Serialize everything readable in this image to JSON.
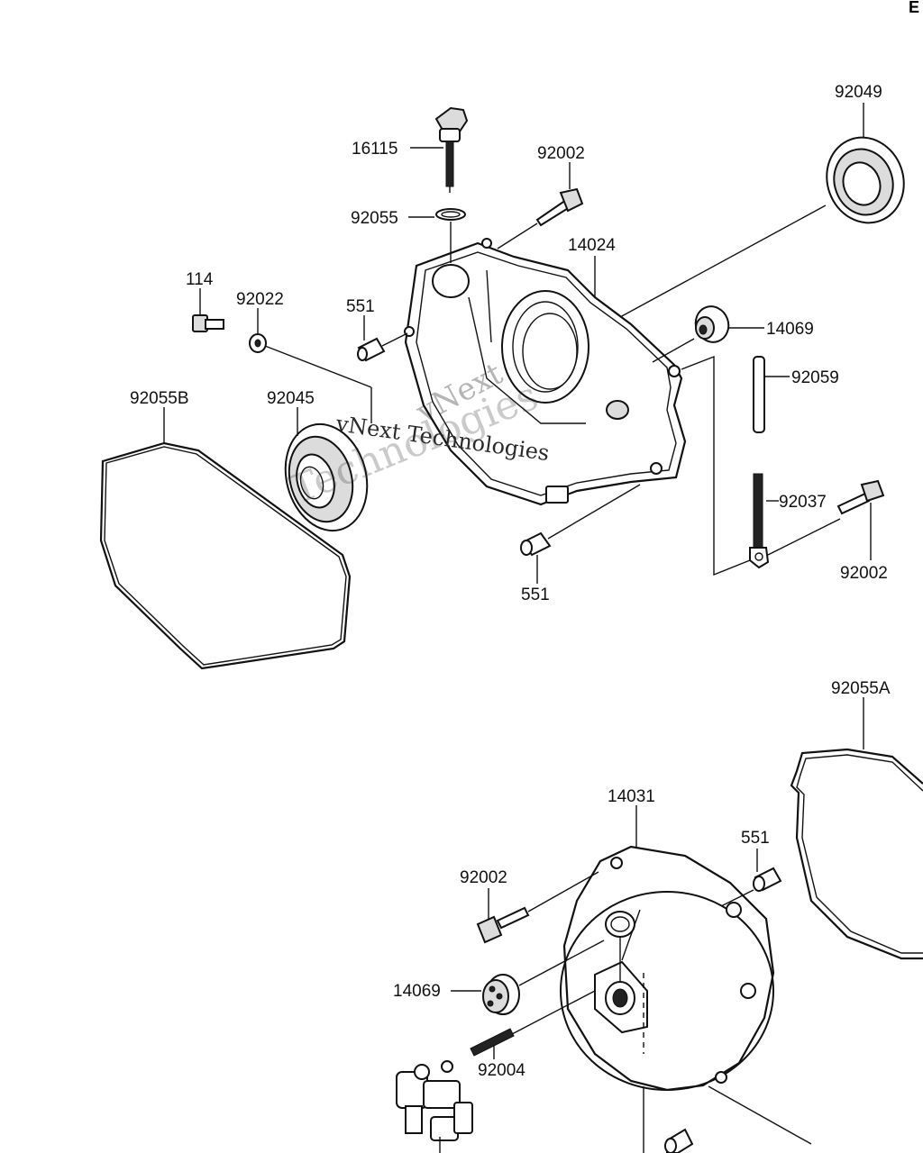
{
  "corner_label": "E",
  "watermark": {
    "line1": "vNext Technologies",
    "line2": "vNext",
    "line3": "Technologies"
  },
  "labels": {
    "p92049": "92049",
    "p16115": "16115",
    "p92002_top": "92002",
    "p92055": "92055",
    "p14024": "14024",
    "p114": "114",
    "p92022": "92022",
    "p551_a": "551",
    "p14069_top": "14069",
    "p92059": "92059",
    "p92055B": "92055B",
    "p92045": "92045",
    "p92037": "92037",
    "p92002_right": "92002",
    "p551_b": "551",
    "p92055A": "92055A",
    "p14031": "14031",
    "p551_c": "551",
    "p92002_bottom": "92002",
    "p14069_bottom": "14069",
    "p92004": "92004"
  }
}
